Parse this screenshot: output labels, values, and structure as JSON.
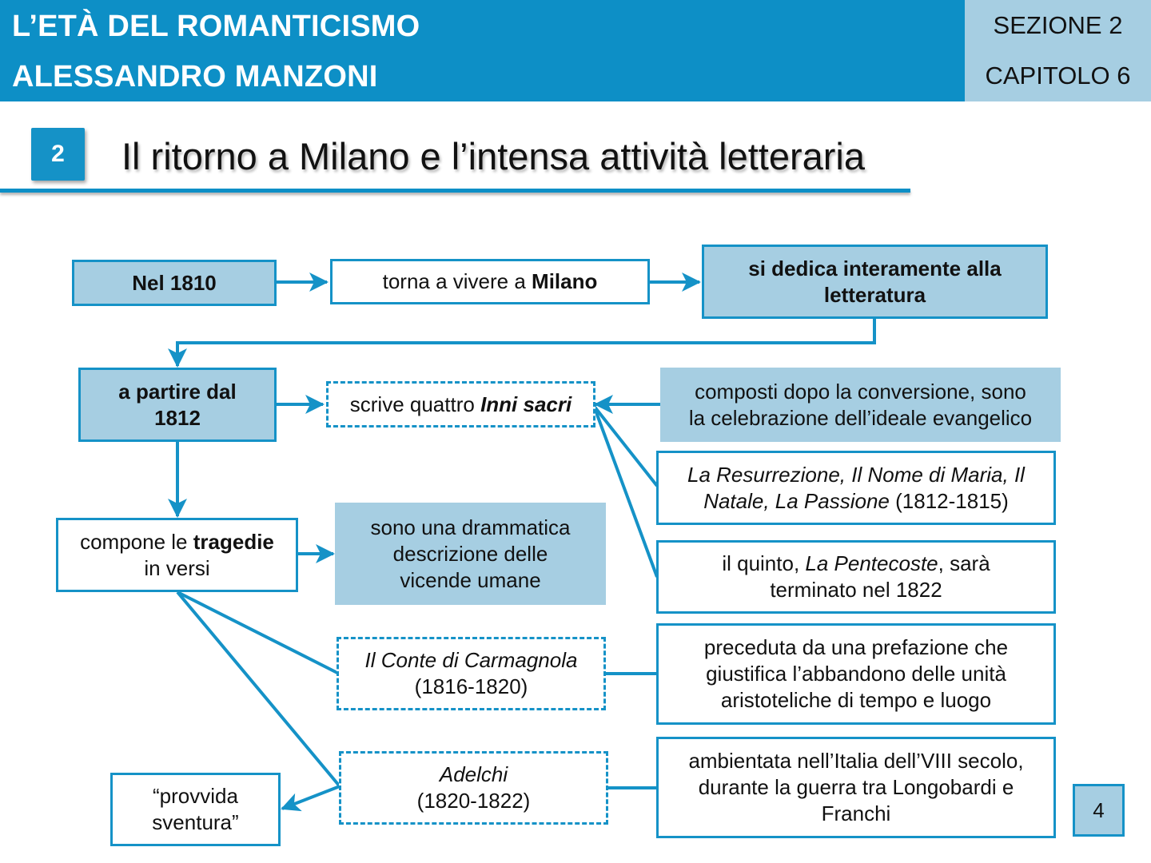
{
  "header": {
    "title_line1": "L’ETÀ DEL ROMANTICISMO",
    "title_line2": "ALESSANDRO MANZONI",
    "section_label": "SEZIONE 2",
    "chapter_label": "CAPITOLO 6"
  },
  "section": {
    "number": "2",
    "title": "Il ritorno a Milano e l’intensa attività letteraria"
  },
  "colors": {
    "primary_blue": "#0d8fc6",
    "line_blue": "#1592c7",
    "light_blue": "#a6cee2",
    "text": "#111111"
  },
  "diagram": {
    "nodes": {
      "nel_1810": {
        "text": "Nel 1810"
      },
      "torna_milano": {
        "prefix": "torna a vivere a ",
        "bold": "Milano"
      },
      "si_dedica": {
        "line1": "si dedica interamente alla",
        "line2": "letteratura"
      },
      "a_partire_1812": {
        "line1": "a partire dal",
        "line2": "1812"
      },
      "inni_sacri": {
        "prefix": "scrive quattro ",
        "bold_italic": "Inni sacri"
      },
      "composti": {
        "line1": "composti dopo la conversione, sono",
        "line2": "la celebrazione dell’ideale evangelico"
      },
      "inni_titoli": {
        "italic1": "La Resurrezione, Il Nome di Maria, Il",
        "italic2": "Natale, La Passione",
        "suffix": " (1812-1815)"
      },
      "pentecoste": {
        "prefix": "il quinto, ",
        "italic": "La Pentecoste",
        "suffix": ", sarà",
        "line2": "terminato nel 1822"
      },
      "tragedie": {
        "prefix": "compone le ",
        "bold": "tragedie",
        "line2": "in versi"
      },
      "drammatica": {
        "line1": "sono una drammatica",
        "line2": "descrizione delle",
        "line3": "vicende umane"
      },
      "carmagnola": {
        "italic": "Il Conte di Carmagnola",
        "line2": "(1816-1820)"
      },
      "carmagnola_desc": {
        "line1": "preceduta da una prefazione che",
        "line2": "giustifica l’abbandono delle unità",
        "line3": "aristoteliche di tempo e luogo"
      },
      "adelchi": {
        "italic": "Adelchi",
        "line2": "(1820-1822)"
      },
      "adelchi_desc": {
        "line1": "ambientata nell’Italia dell’VIII secolo,",
        "line2": "durante la guerra tra Longobardi e",
        "line3": "Franchi"
      },
      "provvida": {
        "line1": "“provvida",
        "line2": "sventura”"
      }
    },
    "edges": [
      {
        "from": "nel_1810",
        "to": "torna_milano",
        "arrow": true
      },
      {
        "from": "torna_milano",
        "to": "si_dedica",
        "arrow": true
      },
      {
        "from": "si_dedica",
        "to": "a_partire_1812",
        "arrow": true
      },
      {
        "from": "a_partire_1812",
        "to": "inni_sacri",
        "arrow": true
      },
      {
        "from": "a_partire_1812",
        "to": "tragedie",
        "arrow": true
      },
      {
        "from": "composti",
        "to": "inni_sacri",
        "arrow": true
      },
      {
        "from": "inni_titoli",
        "to": "inni_sacri",
        "arrow": false
      },
      {
        "from": "pentecoste",
        "to": "inni_sacri",
        "arrow": false
      },
      {
        "from": "tragedie",
        "to": "drammatica",
        "arrow": true
      },
      {
        "from": "tragedie",
        "to": "carmagnola",
        "arrow": false
      },
      {
        "from": "tragedie",
        "to": "adelchi",
        "arrow": false
      },
      {
        "from": "carmagnola",
        "to": "carmagnola_desc",
        "arrow": false
      },
      {
        "from": "adelchi",
        "to": "adelchi_desc",
        "arrow": false
      },
      {
        "from": "adelchi",
        "to": "provvida",
        "arrow": true
      }
    ]
  },
  "footer": {
    "page_number": "4"
  }
}
